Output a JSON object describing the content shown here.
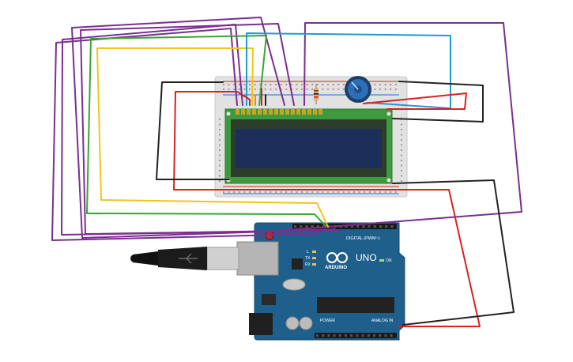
{
  "circuit": {
    "arduino": {
      "brand": "ARDUINO",
      "model": "UNO",
      "digital_header": "DIGITAL (PWM~)",
      "power_label": "POWER",
      "analog_label": "ANALOG IN",
      "board_color": "#1f5f8b",
      "led_tx": "TX",
      "led_rx": "RX",
      "led_l": "L",
      "on_label": "ON"
    },
    "lcd": {
      "pcb_color": "#3f9a3f",
      "screen_color": "#1c2e5a"
    },
    "breadboard": {
      "color": "#e2e2e2"
    },
    "potentiometer": {
      "color": "#2a6fb8"
    },
    "wire_colors": {
      "purple": "#7a2f8f",
      "green": "#3aa435",
      "yellow": "#f0c619",
      "blue": "#1f9ccc",
      "red": "#d62222",
      "black": "#222222",
      "orange": "#f08a1e"
    }
  }
}
